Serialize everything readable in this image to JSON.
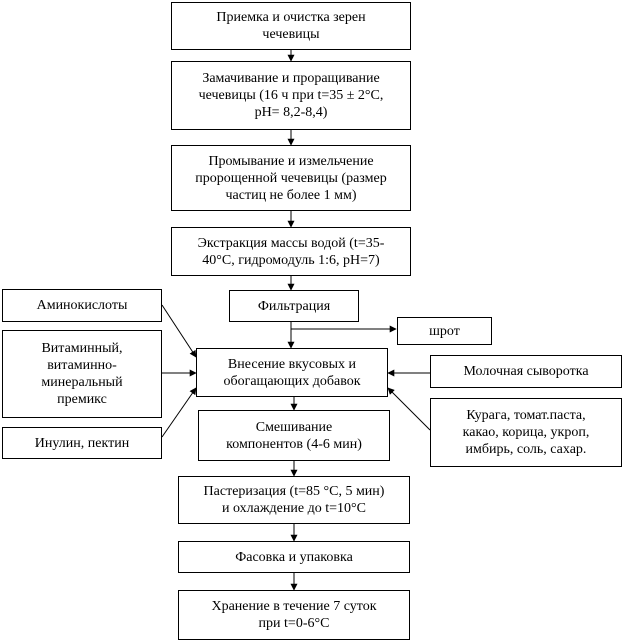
{
  "steps": {
    "intake": "Приемка и очистка зерен\nчечевицы",
    "soak": "Замачивание и проращивание\nчечевицы  (16 ч при t=35 ± 2°С,\npH= 8,2-8,4)",
    "wash": "Промывание и измельчение\nпророщенной чечевицы (размер\nчастиц не более 1 мм)",
    "extract": "Экстракция массы водой (t=35-\n40°С, гидромодуль 1:6, pH=7)",
    "filter": "Фильтрация",
    "meal": "шрот",
    "additives": "Внесение вкусовых и\nобогащающих добавок",
    "mixing": "Смешивание\nкомпонентов (4-6 мин)",
    "pasteur": "Пастеризация (t=85 °С, 5 мин)\nи охлаждение до t=10°С",
    "packing": "Фасовка и упаковка",
    "storage": "Хранение в течение 7 суток\nпри t=0-6°С"
  },
  "inputs_left": {
    "amino": "Аминокислоты",
    "vitamin": "Витаминный,\nвитаминно-\nминеральный\nпремикс",
    "inulin": "Инулин, пектин"
  },
  "inputs_right": {
    "whey": "Молочная сыворотка",
    "flavors": "Курага, томат.паста,\nкакао, корица, укроп,\nимбирь, соль, сахар."
  }
}
